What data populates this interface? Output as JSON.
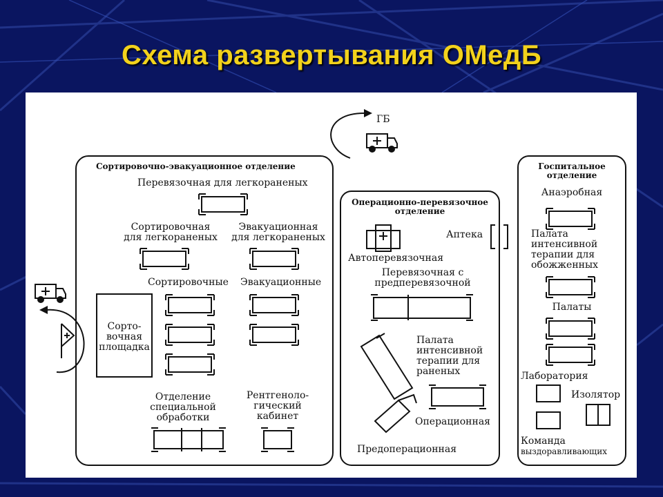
{
  "slide": {
    "title": "Схема развертывания ОМедБ"
  },
  "diagram": {
    "gb_label": "ГБ",
    "sort_evac_dept": {
      "title": "Сортировочно-эвакуационное отделение",
      "dressing_light": "Перевязочная для легкораненых",
      "sorting_light_1": "Сортировочная",
      "sorting_light_2": "для легкораненых",
      "evac_light_1": "Эвакуационная",
      "evac_light_2": "для легкораненых",
      "sorting": "Сортировочные",
      "evac": "Эвакуационные",
      "sort_area_1": "Сорто-",
      "sort_area_2": "вочная",
      "sort_area_3": "площадка",
      "special_1": "Отделение",
      "special_2": "специальной",
      "special_3": "обработки",
      "xray_1": "Рентгеноло-",
      "xray_2": "гический",
      "xray_3": "кабинет"
    },
    "op_dept": {
      "title_1": "Операционно-перевязочное",
      "title_2": "отделение",
      "pharmacy": "Аптека",
      "auto_dressing": "Автоперевязочная",
      "dressing_pre_1": "Перевязочная с",
      "dressing_pre_2": "предперевязочной",
      "icu_1": "Палата",
      "icu_2": "интенсивной",
      "icu_3": "терапии для",
      "icu_4": "раненых",
      "operating": "Операционная",
      "preop": "Предоперационная"
    },
    "hosp_dept": {
      "title_1": "Госпитальное",
      "title_2": "отделение",
      "anaerobic": "Анаэробная",
      "burn_icu_1": "Палата",
      "burn_icu_2": "интенсивной",
      "burn_icu_3": "терапии для",
      "burn_icu_4": "обожженных",
      "wards": "Палаты",
      "lab": "Лаборатория",
      "isolator": "Изолятор",
      "recovery_1": "Команда",
      "recovery_2": "выздоравливающих"
    }
  }
}
